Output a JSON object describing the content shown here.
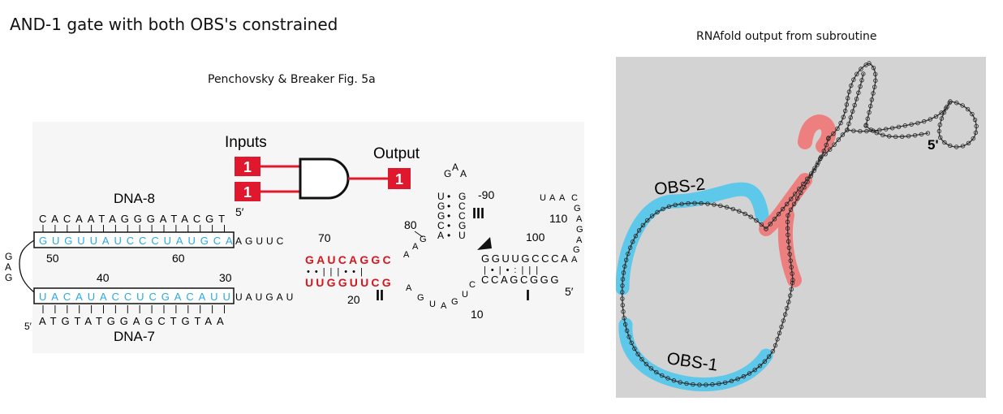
{
  "page": {
    "title": "AND-1 gate with both OBS's constrained",
    "left_caption": "Penchovsky & Breaker Fig. 5a",
    "right_caption": "RNAfold output from subroutine"
  },
  "gate": {
    "inputs_label": "Inputs",
    "output_label": "Output",
    "input_values": [
      "1",
      "1"
    ],
    "output_value": "1"
  },
  "dna8": {
    "label": "DNA-8",
    "top_strand": "CACAATAGGGATACGT",
    "end_label": "5′",
    "boxed_rna": "GUGUUAUCCCUAUGCA",
    "tail": "AGUUC",
    "numbers": [
      "50",
      "60",
      "70"
    ]
  },
  "dna7": {
    "label": "DNA-7",
    "bottom_strand": "ATGTATGGAGCTGTAA",
    "start_label": "5′",
    "boxed_rna": "UACAUACCUCGACAUU",
    "tail": "UAUGAU",
    "numbers": [
      "40",
      "30",
      "20"
    ]
  },
  "loop_left": [
    "G",
    "A",
    "G"
  ],
  "stem2": {
    "label": "II",
    "top": "GAUCAGGC",
    "bottom": "UUGGUUCG",
    "pairs": "••|||••|"
  },
  "stem3": {
    "label": "III",
    "loop": [
      "G",
      "A",
      "A"
    ],
    "rows": [
      [
        "U",
        "G"
      ],
      [
        "G",
        "C"
      ],
      [
        "G",
        "C"
      ],
      [
        "C",
        "G"
      ],
      [
        "A",
        "U"
      ]
    ],
    "number": "-90",
    "number80": "80"
  },
  "stem1": {
    "label": "I",
    "top": "GGUUGCCCA",
    "bottom": "CCAGCGGG",
    "end_label": "5′",
    "numbers": [
      "100",
      "110",
      "10"
    ]
  },
  "misc_letters": {
    "junction": [
      "A",
      "A",
      "G"
    ],
    "loop_bottom": [
      "A",
      "G",
      "U",
      "A",
      "G",
      "U",
      "C"
    ],
    "hairpin_right": [
      "U",
      "A",
      "A",
      "C",
      "G",
      "A",
      "G",
      "A",
      "G",
      "A"
    ]
  },
  "rna_annotations": {
    "obs2": "OBS-2",
    "obs1": "OBS-1",
    "five_prime": "5'"
  },
  "colors": {
    "gate_red": "#e0182d",
    "stem_red": "#d4161f",
    "obs_blue": "#5ec8ea",
    "highlight_red": "#ee7f7f",
    "rna_panel": "#d3d3d3"
  }
}
